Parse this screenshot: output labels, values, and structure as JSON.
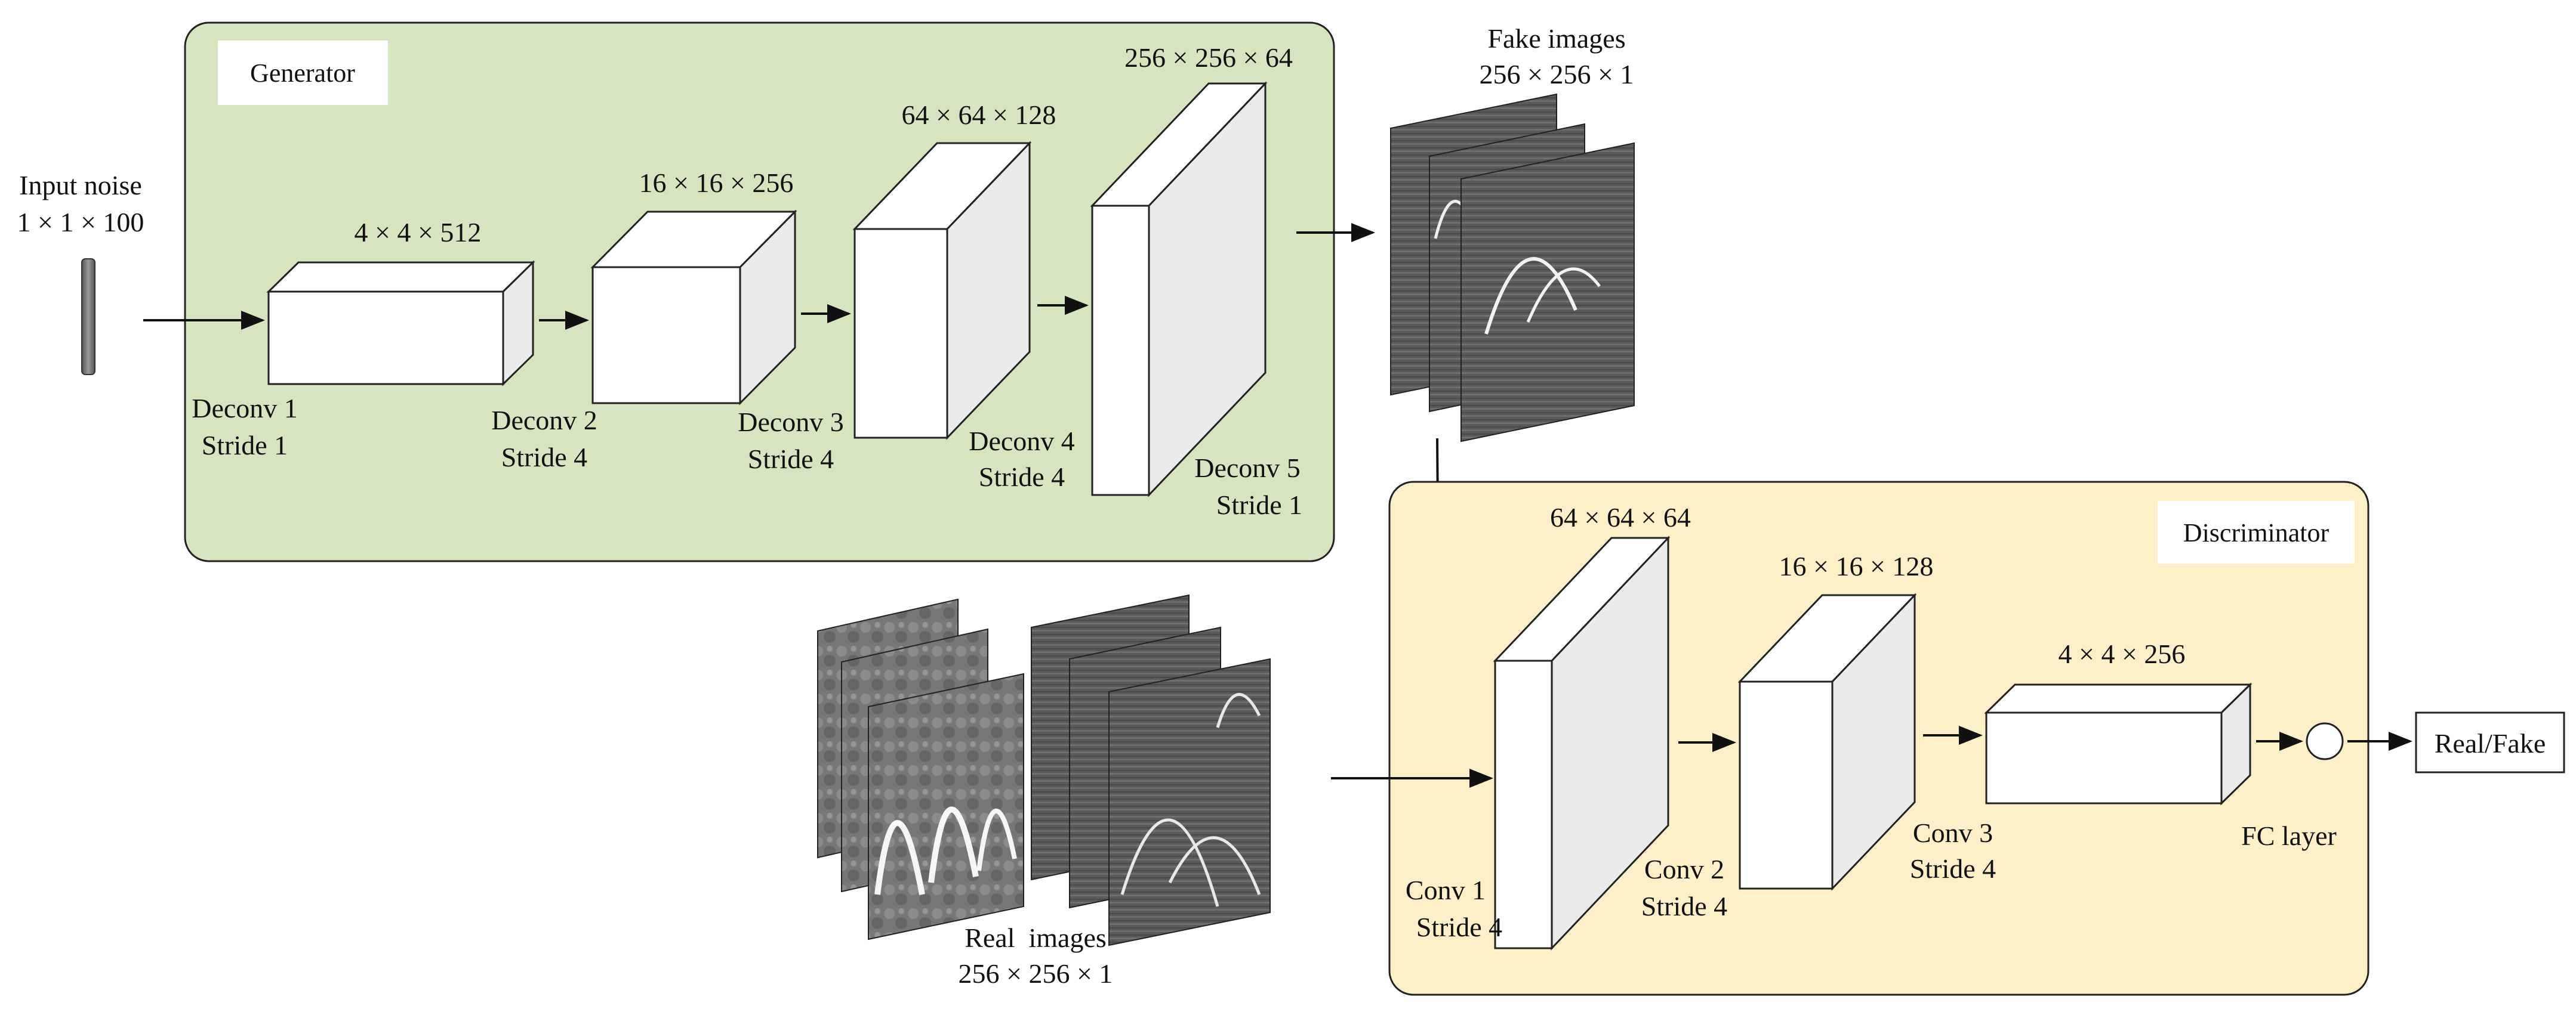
{
  "generator": {
    "title": "Generator",
    "input": {
      "line1": "Input noise",
      "line2": "1 × 1 × 100"
    },
    "layers": [
      {
        "dims": "4 × 4 × 512",
        "name": "Deconv 1",
        "stride": "Stride 1"
      },
      {
        "dims": "16 × 16 × 256",
        "name": "Deconv 2",
        "stride": "Stride 4"
      },
      {
        "dims": "64 × 64 × 128",
        "name": "Deconv 3",
        "stride": "Stride 4"
      },
      {
        "dims": "256 × 256 × 64",
        "name": "Deconv 4",
        "stride": "Stride 4"
      },
      {
        "dims": "",
        "name": "Deconv 5",
        "stride": "Stride 1"
      }
    ],
    "output": {
      "line1": "Fake images",
      "line2": "256 × 256 × 1"
    }
  },
  "real_images": {
    "line1": "Real  images",
    "line2": "256 × 256 × 1"
  },
  "discriminator": {
    "title": "Discriminator",
    "layers": [
      {
        "dims": "64 × 64 × 64",
        "name": "Conv 1",
        "stride": "Stride 4"
      },
      {
        "dims": "16 × 16 × 128",
        "name": "Conv 2",
        "stride": "Stride 4"
      },
      {
        "dims": "4 × 4 × 256",
        "name": "Conv 3",
        "stride": "Stride 4"
      }
    ],
    "fc": "FC layer",
    "output": "Real/Fake"
  },
  "colors": {
    "generator_bg": "#d6e4bf",
    "discriminator_bg": "#fdefc8",
    "box_front": "#ffffff",
    "box_top": "#ffffff",
    "box_side": "#ebebeb",
    "stroke": "#222222"
  }
}
